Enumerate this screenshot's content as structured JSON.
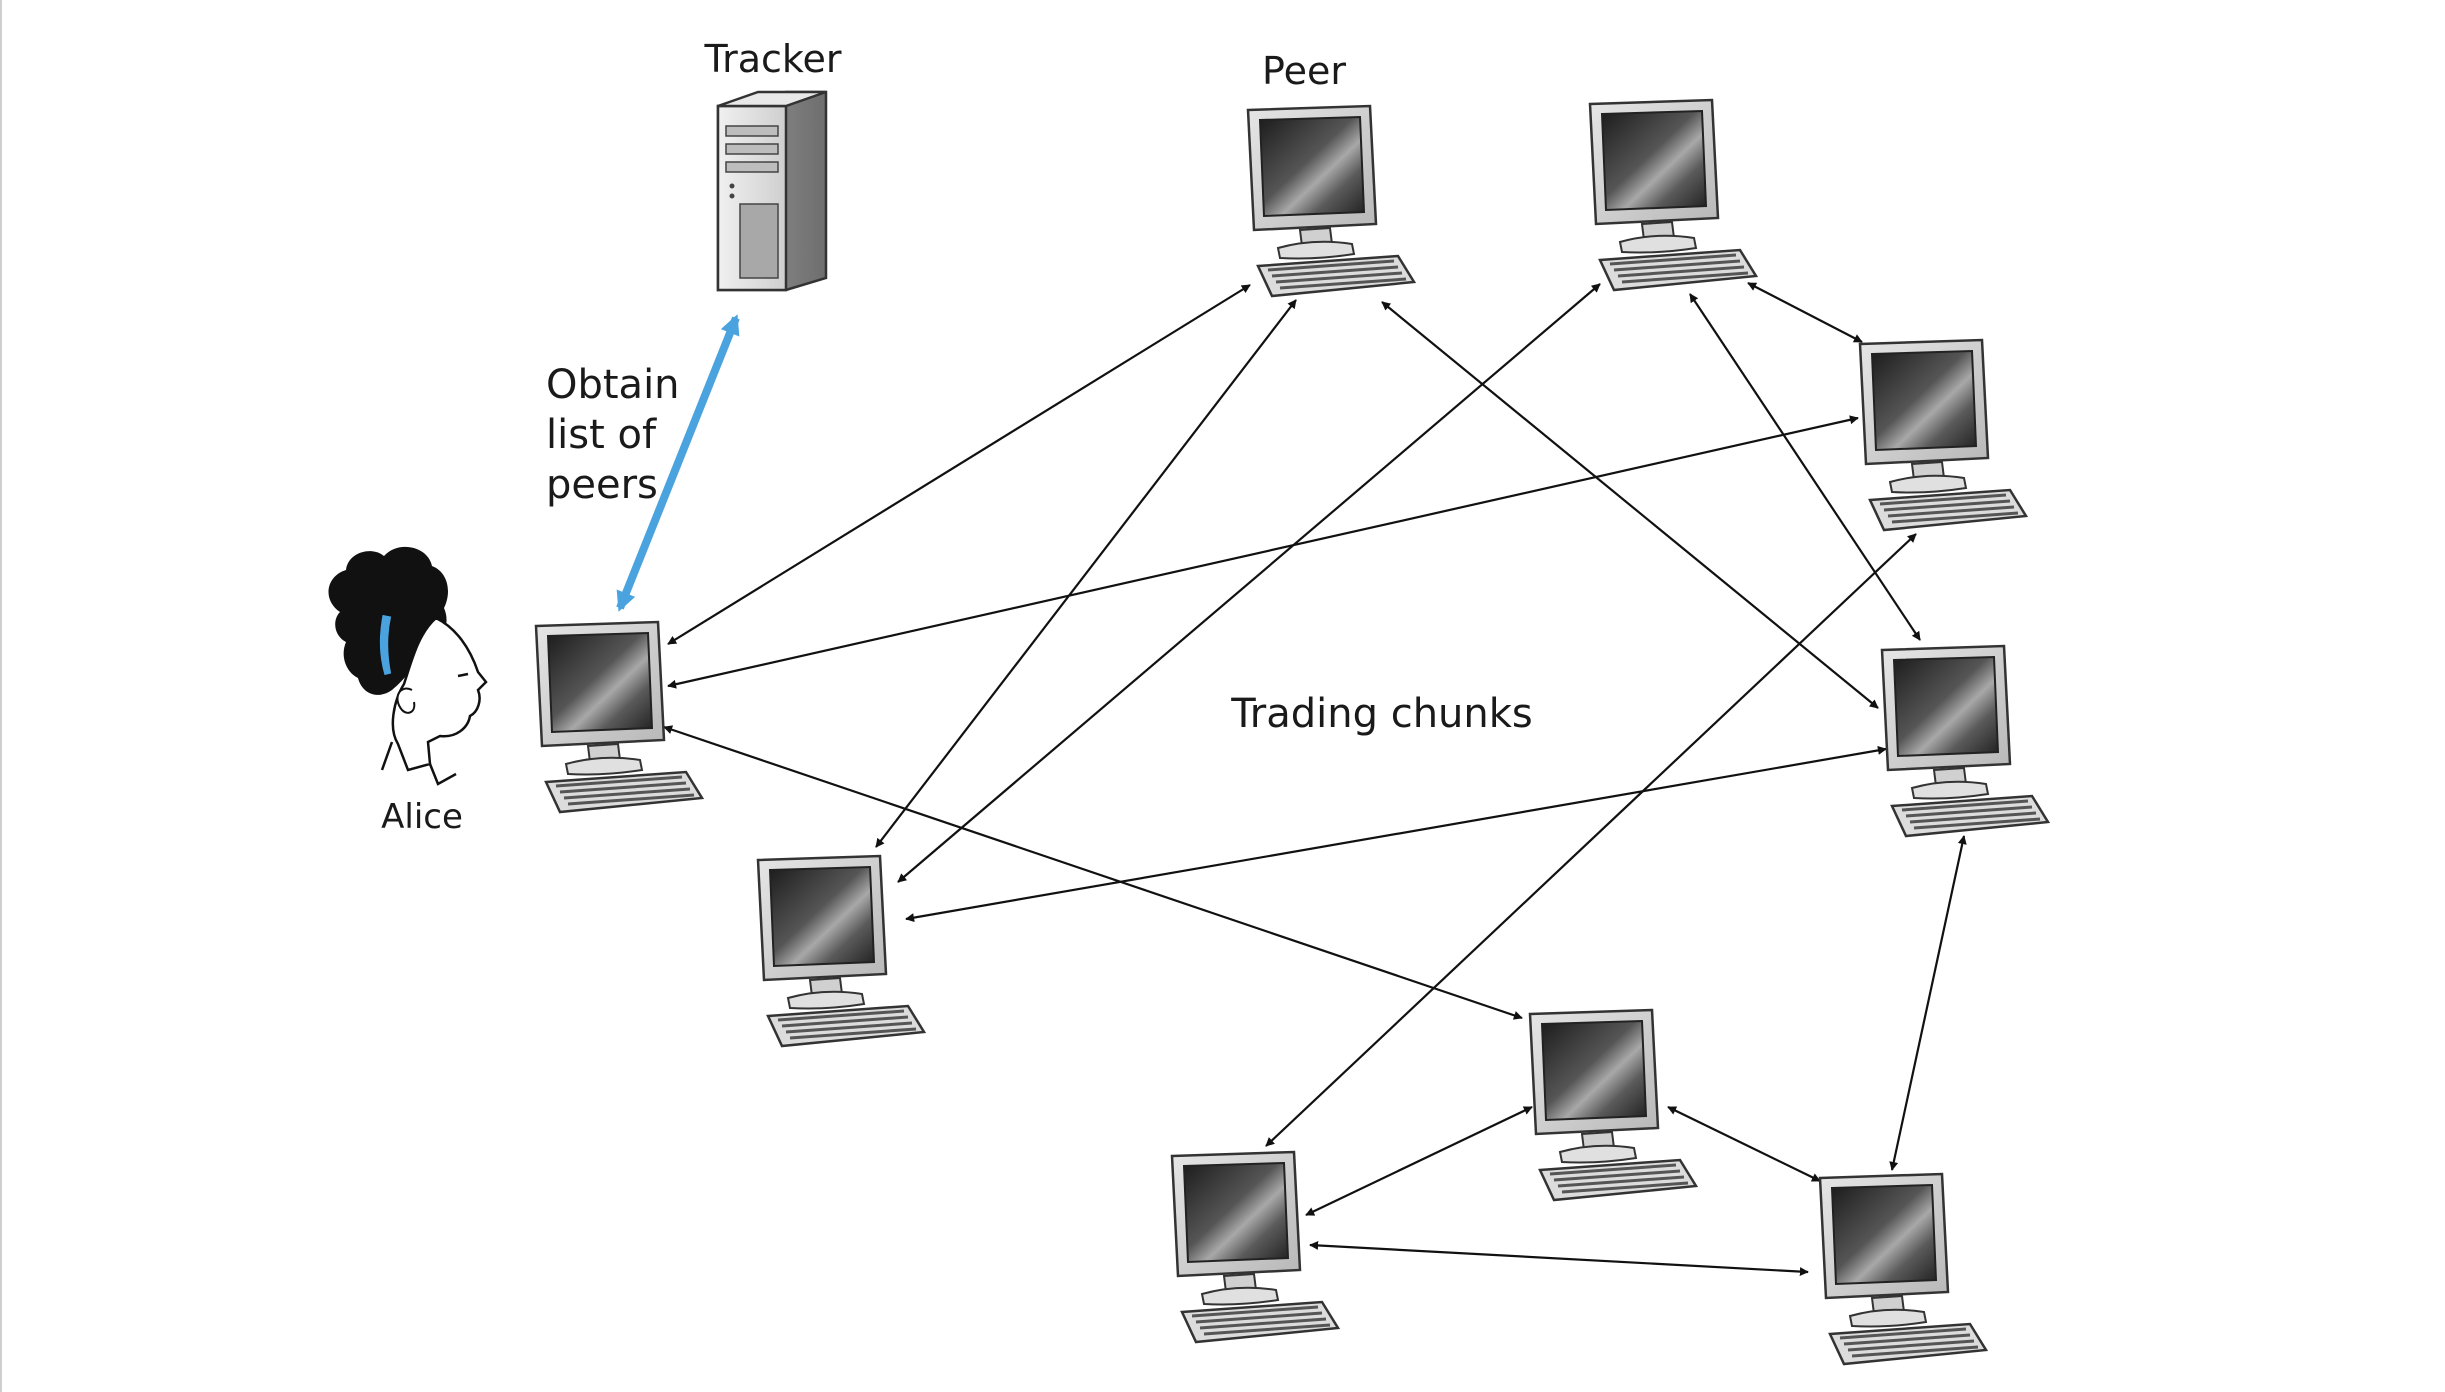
{
  "labels": {
    "tracker": "Tracker",
    "peer": "Peer",
    "obtain_line1": "Obtain",
    "obtain_line2": "list of",
    "obtain_line3": "peers",
    "trading": "Trading chunks",
    "alice": "Alice"
  },
  "colors": {
    "tracker_link": "#4aa3df",
    "peer_link": "#111111",
    "hair": "#111111",
    "headband": "#4aa3df"
  },
  "nodes": [
    "alice-pc",
    "peer-top",
    "peer-top-right",
    "peer-right-1",
    "peer-right-2",
    "peer-left-bottom",
    "peer-bottom-center",
    "peer-bottom-left",
    "peer-bottom-right"
  ],
  "connections": [
    [
      "alice-pc",
      "peer-top"
    ],
    [
      "alice-pc",
      "peer-right-1"
    ],
    [
      "alice-pc",
      "peer-bottom-center"
    ],
    [
      "peer-top",
      "peer-left-bottom"
    ],
    [
      "peer-top",
      "peer-right-2"
    ],
    [
      "peer-top-right",
      "peer-left-bottom"
    ],
    [
      "peer-top-right",
      "peer-right-1"
    ],
    [
      "peer-top-right",
      "peer-right-2"
    ],
    [
      "peer-right-1",
      "peer-bottom-left"
    ],
    [
      "peer-right-2",
      "peer-left-bottom"
    ],
    [
      "peer-right-2",
      "peer-bottom-right"
    ],
    [
      "peer-bottom-center",
      "peer-bottom-left"
    ],
    [
      "peer-bottom-center",
      "peer-bottom-right"
    ],
    [
      "peer-bottom-left",
      "peer-bottom-right"
    ]
  ],
  "tracker_connection": [
    "alice-pc",
    "tracker"
  ]
}
